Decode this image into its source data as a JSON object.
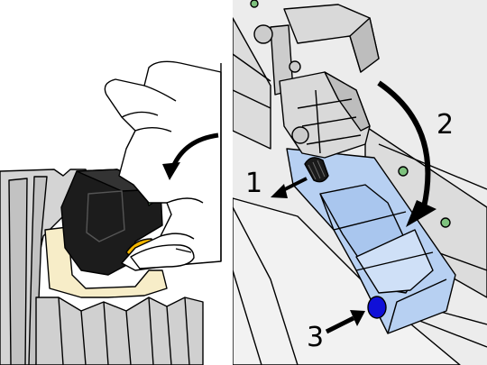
{
  "steps": [
    {
      "label": "1"
    },
    {
      "label": "2"
    },
    {
      "label": "3"
    }
  ],
  "colors": {
    "outline": "#000000",
    "metal": "#d9d9d9",
    "metal_dark": "#a9a9a9",
    "cartridge": "#1a1a1a",
    "tray_blue": "#b7d0f2",
    "tray_blue_dark": "#8fb2e6",
    "cream": "#f7edc8",
    "yellow": "#f2b600",
    "green": "#7ec27e",
    "knob_blue": "#1010d8",
    "skin": "#ffffff"
  }
}
